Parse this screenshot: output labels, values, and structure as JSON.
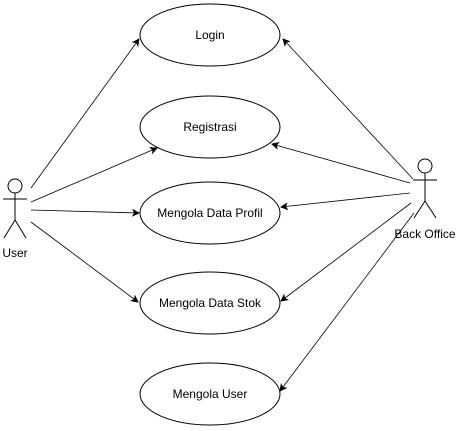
{
  "actors": {
    "user": {
      "label": "User"
    },
    "back_office": {
      "label": "Back Office"
    }
  },
  "use_cases": [
    {
      "id": "login",
      "label": "Login"
    },
    {
      "id": "registrasi",
      "label": "Registrasi"
    },
    {
      "id": "mengola-data-profil",
      "label": "Mengola Data Profil"
    },
    {
      "id": "mengola-data-stok",
      "label": "Mengola Data Stok"
    },
    {
      "id": "mengola-user",
      "label": "Mengola User"
    }
  ],
  "associations": [
    {
      "from": "user",
      "to": "login"
    },
    {
      "from": "user",
      "to": "registrasi"
    },
    {
      "from": "user",
      "to": "mengola-data-profil"
    },
    {
      "from": "user",
      "to": "mengola-data-stok"
    },
    {
      "from": "back_office",
      "to": "login"
    },
    {
      "from": "back_office",
      "to": "registrasi"
    },
    {
      "from": "back_office",
      "to": "mengola-data-profil"
    },
    {
      "from": "back_office",
      "to": "mengola-data-stok"
    },
    {
      "from": "back_office",
      "to": "mengola-user"
    }
  ]
}
